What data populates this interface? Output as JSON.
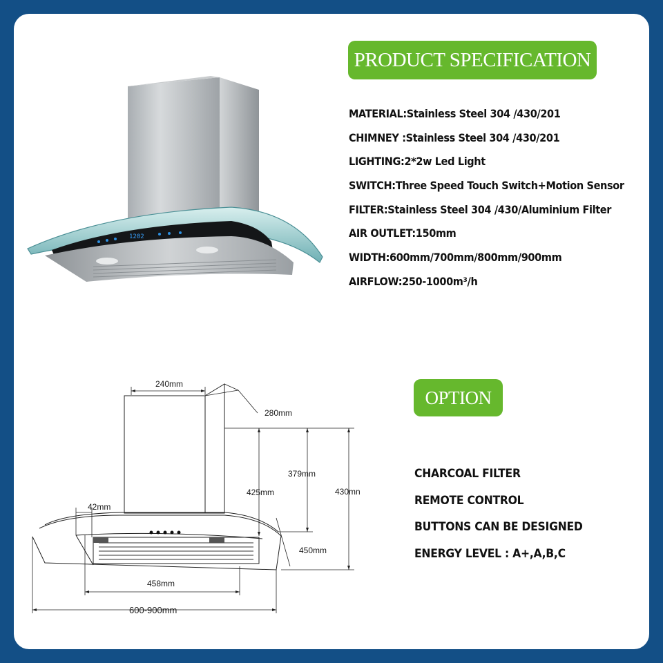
{
  "sections": {
    "spec_title": "PRODUCT SPECIFICATION",
    "option_title": "OPTION"
  },
  "specs": [
    "MATERIAL:Stainless Steel 304 /430/201",
    "CHIMNEY :Stainless Steel 304 /430/201",
    "LIGHTING:2*2w Led Light",
    "SWITCH:Three Speed Touch Switch+Motion Sensor",
    "FILTER:Stainless Steel 304 /430/Aluminium Filter",
    "AIR OUTLET:150mm",
    "WIDTH:600mm/700mm/800mm/900mm",
    "AIRFLOW:250-1000m³/h"
  ],
  "options": [
    "CHARCOAL FILTER",
    "REMOTE CONTROL",
    "BUTTONS CAN BE DESIGNED",
    "ENERGY LEVEL : A+,A,B,C"
  ],
  "display": {
    "readout": "1202"
  },
  "dimensions": {
    "chimney_width": "240mm",
    "chimney_depth": "280mm",
    "h379": "379mm",
    "h425": "425mm",
    "h430": "430mn",
    "edge": "42mm",
    "depth450": "450mm",
    "inner_width": "458mm",
    "total_width": "600-900mm"
  },
  "colors": {
    "background": "#134f86",
    "card": "#ffffff",
    "badge": "#66b82d"
  }
}
